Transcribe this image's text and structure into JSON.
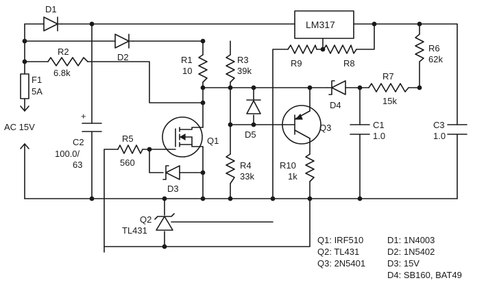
{
  "components": {
    "D1": "D1",
    "D2": "D2",
    "D3": "D3",
    "D4": "D4",
    "D5": "D5",
    "LM317": "LM317",
    "R1": "R1",
    "R1_val": "10",
    "R2": "R2",
    "R2_val": "6.8k",
    "R3": "R3",
    "R3_val": "39k",
    "R4": "R4",
    "R4_val": "33k",
    "R5": "R5",
    "R5_val": "560",
    "R6": "R6",
    "R6_val": "62k",
    "R7": "R7",
    "R7_val": "15k",
    "R8": "R8",
    "R9": "R9",
    "R10": "R10",
    "R10_val": "1k",
    "F1": "F1",
    "F1_val": "5A",
    "C1": "C1",
    "C1_val": "1.0",
    "C2": "C2",
    "C2_val_1": "100.0/",
    "C2_val_2": "63",
    "C2_plus": "+",
    "C3": "C3",
    "C3_val": "1.0",
    "Q1": "Q1",
    "Q2": "Q2",
    "Q2_type": "TL431",
    "Q3": "Q3",
    "AC": "AC 15V"
  },
  "legend": {
    "col1": [
      "Q1: IRF510",
      "Q2: TL431",
      "Q3: 2N5401"
    ],
    "col2": [
      "D1: 1N4003",
      "D2: 1N5402",
      "D3: 15V",
      "D4: SB160, BAT49"
    ]
  }
}
